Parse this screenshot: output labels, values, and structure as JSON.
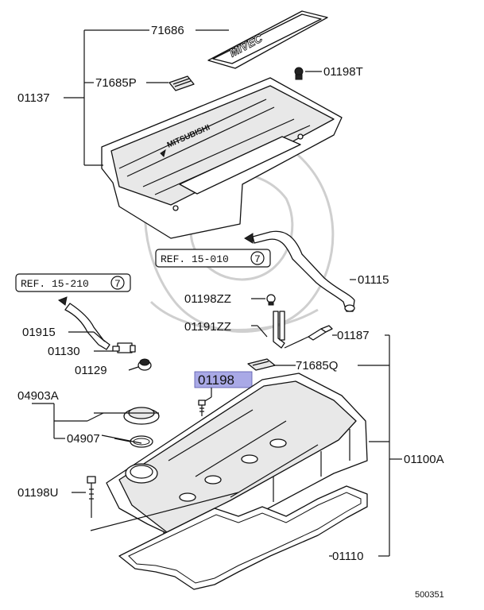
{
  "labels": {
    "p71686": "71686",
    "p71685P": "71685P",
    "p01137": "01137",
    "p01198T": "01198T",
    "p01115": "01115",
    "p01198ZZ": "01198ZZ",
    "p01191ZZ": "01191ZZ",
    "p01187": "01187",
    "p01915": "01915",
    "p01130": "01130",
    "p01129": "01129",
    "p71685Q": "71685Q",
    "p01198": "01198",
    "p04903A": "04903A",
    "p04907": "04907",
    "p01100A": "01100A",
    "p01198U": "01198U",
    "p01110": "01110"
  },
  "refs": {
    "ref1": "REF. 15-010",
    "ref1_num": "7",
    "ref2": "REF. 15-210",
    "ref2_num": "7"
  },
  "cover_text": {
    "mivec": "MIVEC",
    "brand": "MITSUBISHI"
  },
  "diagram_number": "500351",
  "highlight_color": "#a9a9e6"
}
